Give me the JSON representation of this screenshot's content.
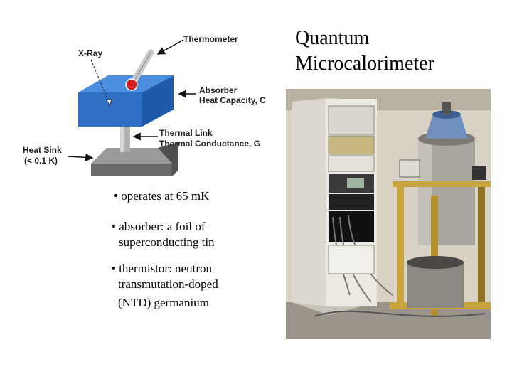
{
  "slide": {
    "title_line1": "Quantum",
    "title_line2": "Microcalorimeter"
  },
  "diagram": {
    "labels": {
      "thermometer": "Thermometer",
      "xray": "X-Ray",
      "absorber": "Absorber",
      "heat_capacity": "Heat Capacity, C",
      "thermal_link": "Thermal Link",
      "thermal_conductance": "Thermal Conductance, G",
      "heat_sink": "Heat Sink",
      "heat_sink_temp": "(< 0.1 K)"
    },
    "colors": {
      "absorber_top": "#3a7fd0",
      "absorber_front": "#2f6fc4",
      "absorber_side": "#1f5aa8",
      "sink_top": "#8a8a8a",
      "sink_front": "#5e5e5e",
      "bulb": "#d21e1e"
    }
  },
  "bullets": [
    {
      "line1": "• operates at 65 mK"
    },
    {
      "line1": "• absorber: a foil of",
      "line2": "superconducting tin"
    },
    {
      "line1": "• thermistor: neutron",
      "line2": "transmutation-doped",
      "line3": "(NTD) germanium"
    }
  ],
  "photo": {
    "colors": {
      "rack": "#ece9e2",
      "rack_shadow": "#c9c4b8",
      "cryostat": "#a9a6a0",
      "cryostat_dark": "#7d7a73",
      "gold": "#c9a43a",
      "gold_dark": "#8f7322",
      "floor": "#9a948b",
      "wall": "#d9d2c4"
    }
  }
}
